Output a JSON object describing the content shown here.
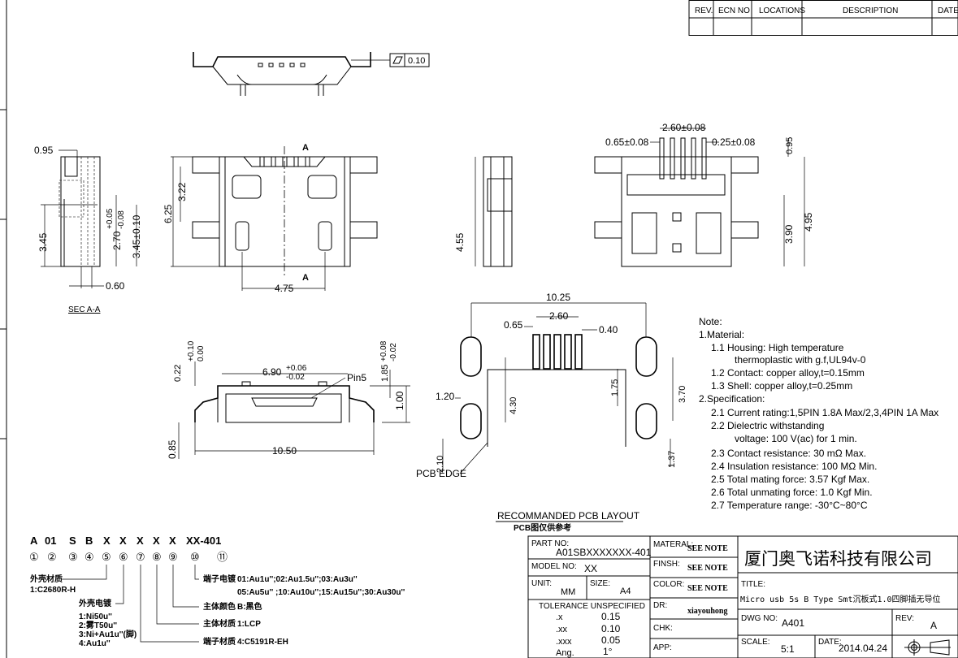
{
  "revision_table": {
    "headers": [
      "REV.",
      "ECN NO",
      "LOCATIONS",
      "DESCRIPTION",
      "DATE"
    ]
  },
  "top_view": {
    "flatness": "0.10"
  },
  "section_view": {
    "label": "SEC A-A",
    "dims": {
      "d095": "0.95",
      "d345": "3.45",
      "d270": "2.70",
      "d270_tol_plus": "+0.05",
      "d270_tol_minus": "-0.08",
      "d345tol": "3.45±0.10",
      "d060": "0.60"
    }
  },
  "front_view": {
    "section_mark": "A",
    "dims": {
      "d625": "6.25",
      "d322": "3.22",
      "d475": "4.75"
    }
  },
  "side_view": {
    "dims": {
      "d455": "4.55"
    }
  },
  "rear_view": {
    "dims": {
      "d260": "2.60±0.08",
      "d065": "0.65±0.08",
      "d025": "0.25±0.08",
      "d095": "0.95",
      "d390": "3.90",
      "d495": "4.95"
    }
  },
  "mating_view": {
    "dims": {
      "d690": "6.90",
      "d690_plus": "+0.06",
      "d690_minus": "-0.02",
      "pin5": "Pin5",
      "d022": "0.22",
      "d022_plus": "+0.10",
      "d022_minus": "0.00",
      "d185": "1.85",
      "d185_plus": "+0.08",
      "d185_minus": "-0.02",
      "d100": "1.00",
      "d085": "0.85",
      "d1050": "10.50"
    }
  },
  "pcb_layout": {
    "title": "RECOMMANDED PCB LAYOUT",
    "subtitle": "PCB图仅供参考",
    "edge_label": "PCB EDGE",
    "dims": {
      "d1025": "10.25",
      "d260": "2.60",
      "d065": "0.65",
      "d040": "0.40",
      "d175": "1.75",
      "d370": "3.70",
      "d120": "1.20",
      "d430": "4.30",
      "d210": "2.10",
      "d137": "1.37"
    }
  },
  "notes": [
    "Note:",
    "1.Material:",
    "1.1 Housing: High temperature",
    "thermoplastic with g.f,UL94v-0",
    "1.2 Contact: copper alloy,t=0.15mm",
    "1.3 Shell: copper alloy,t=0.25mm",
    "2.Specification:",
    "2.1 Current rating:1,5PIN 1.8A Max/2,3,4PIN 1A Max",
    "2.2 Dielectric withstanding",
    "voltage: 100 V(ac) for 1 min.",
    "2.3 Contact resistance: 30 mΩ Max.",
    "2.4 Insulation resistance: 100 MΩ Min.",
    "2.5 Total mating force: 3.57 Kgf Max.",
    "2.6 Total unmating force: 1.0 Kgf Min.",
    "2.7 Temperature range: -30°C~80°C"
  ],
  "part_code": {
    "segments": [
      "A",
      "01",
      "S",
      "B",
      "X",
      "X",
      "X",
      "X",
      "X",
      "XX-401"
    ],
    "numbers": [
      "①",
      "②",
      "③",
      "④",
      "⑤",
      "⑥",
      "⑦",
      "⑧",
      "⑨",
      "⑩",
      "⑪"
    ],
    "shell_material": {
      "label": "外壳材质",
      "values": [
        "1:C2680R-H"
      ]
    },
    "shell_plating": {
      "label": "外壳电镀",
      "values": [
        "1:Ni50u''",
        "2:雾T50u''",
        "3:Ni+Au1u''(脚)",
        "4:Au1u''"
      ]
    },
    "terminal_plating": {
      "label": "端子电镀",
      "values": [
        "01:Au1u'';02:Au1.5u'';03:Au3u''",
        "05:Au5u'' ;10:Au10u'';15:Au15u'';30:Au30u''"
      ]
    },
    "body_color": {
      "label": "主体颜色",
      "value": "B:黑色"
    },
    "body_material": {
      "label": "主体材质",
      "value": "1:LCP"
    },
    "terminal_material": {
      "label": "端子材质",
      "value": "4:C5191R-EH"
    }
  },
  "title_block": {
    "part_no_label": "PART NO:",
    "part_no": "A01SBXXXXXXX-401",
    "model_no_label": "MODEL NO:",
    "model_no": "XX",
    "unit_label": "UNIT:",
    "unit": "MM",
    "size_label": "SIZE:",
    "size": "A4",
    "tolerance_title": "TOLERANCE UNSPECIFIED",
    "tolerances": [
      {
        "k": ".x",
        "v": "0.15"
      },
      {
        "k": ".xx",
        "v": "0.10"
      },
      {
        "k": ".xxx",
        "v": "0.05"
      },
      {
        "k": "Ang.",
        "v": "1°"
      }
    ],
    "material_label": "MATERAL:",
    "material": "SEE NOTE",
    "finish_label": "FINSH:",
    "finish": "SEE NOTE",
    "color_label": "COLOR:",
    "color": "SEE NOTE",
    "dr_label": "DR:",
    "dr": "xiayouhong",
    "chk_label": "CHK:",
    "app_label": "APP:",
    "company": "厦门奥飞诺科技有限公司",
    "title_label": "TITLE:",
    "title": "Micro usb 5s B Type Smt沉板式1.0四脚插无导位",
    "dwg_no_label": "DWG NO:",
    "dwg_no": "A401",
    "rev_label": "REV:",
    "rev": "A",
    "scale_label": "SCALE:",
    "scale": "5:1",
    "date_label": "DATE:",
    "date": "2014.04.24"
  }
}
